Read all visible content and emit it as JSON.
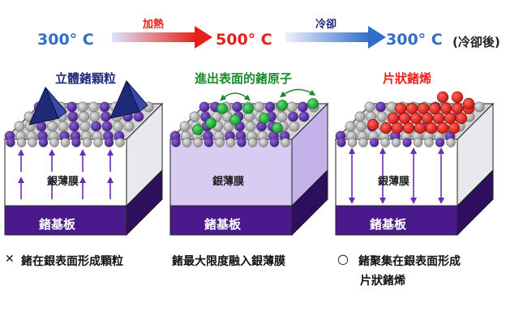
{
  "temperatures": {
    "t1": "300° C",
    "t2": "500° C",
    "t3": "300° C",
    "t3_note": "(冷卻後)"
  },
  "arrows": {
    "heat_label": "加熱",
    "cool_label": "冷卻"
  },
  "panels": [
    {
      "title": "立體鍺顆粒",
      "film_label": "銀薄膜",
      "substrate_label": "鍺基板",
      "caption_marker": "✕",
      "caption": "鍺在銀表面形成顆粒",
      "caption_line2": ""
    },
    {
      "title": "進出表面的鍺原子",
      "film_label": "銀薄膜",
      "substrate_label": "鍺基板",
      "caption_marker": "",
      "caption": "鍺最大限度融入銀薄膜",
      "caption_line2": ""
    },
    {
      "title": "片狀鍺烯",
      "film_label": "銀薄膜",
      "substrate_label": "鍺基板",
      "caption_marker": "○",
      "caption": "鍺聚集在銀表面形成",
      "caption_line2": "片狀鍺烯"
    }
  ],
  "colors": {
    "substrate": "#4a1a8c",
    "germanium_atom": "#5e2fa8",
    "silver_atom": "#a9a9a9",
    "surface_ge_green": "#1fae3a",
    "germanene_red": "#e8201a",
    "pyramid": "#1d2a7a",
    "arrow_purple": "#6a2fb0",
    "film_tint_panel2": "#d9ccf2",
    "heat_arrow_start": "#c9d9f5",
    "heat_arrow_end": "#e8201a",
    "cool_arrow_start": "#eaeaf5",
    "cool_arrow_end": "#2f6fc9",
    "title_panel1": "#1d2a7a",
    "title_panel2": "#1a8a2a",
    "title_panel3": "#e8201a"
  }
}
